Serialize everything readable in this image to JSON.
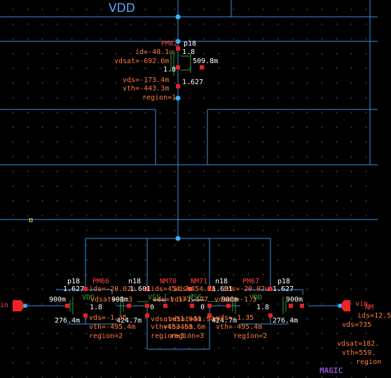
{
  "nets": {
    "vdd": "VDD",
    "vss_left": "VSS",
    "vss_right": "VSS",
    "vdd_pm66": "VDD",
    "vdd_pm67": "VDD",
    "vin_left": "in",
    "vin_right": "vin"
  },
  "pm62": {
    "name": "PM62",
    "model": "p18",
    "id": "id=-40.1u",
    "vdsat": "vdsat=-692.6m",
    "vds": "vds=-173.4m",
    "vth": "vth=-443.3m",
    "region": "region=1",
    "n_s": "1.8",
    "n_b": "1.8",
    "n_g": "509.8m",
    "n_d": "1.627"
  },
  "pm66": {
    "name": "PM66",
    "model": "p18",
    "ids": "ids=-20.02u",
    "vdsat": "vdsat=-1.3",
    "vds": "vds=-1.35",
    "vth": "vth=-495.4m",
    "region": "region=2",
    "n_s": "1.627",
    "n_g": "900m",
    "n_b": "1.8",
    "n_d": "276.4m"
  },
  "pm67": {
    "name": "PM67",
    "model": "p18",
    "ids": "ids=-20.02u",
    "vdsat": "vdsat=-1.3",
    "vds": "vds=-1.35",
    "vth": "vth=-495.4m",
    "region": "region=2",
    "n_s": "1.627",
    "n_g": "900m",
    "n_b": "1.8",
    "n_d": "276.4m"
  },
  "nm70": {
    "name": "NM70",
    "model": "n18",
    "ids": "ids=454.7n",
    "vdsat": "vdsat=51.94m",
    "vth": "vth=453.6m",
    "region": "region=3",
    "n_d": "1.601",
    "n_g": "900m",
    "n_b": "0",
    "n_s": "424.7m",
    "overlap1": "vds=1.177",
    "overlap2": "4.7m"
  },
  "nm71": {
    "name": "NM71",
    "model": "n18",
    "ids": "ids=454.7n",
    "vdsat": "vdsat=51.94m",
    "vth": "vth=453.6m",
    "region": "region=3",
    "n_d": "1.601",
    "n_g": "900m",
    "n_b": "0",
    "n_s": "424.7m",
    "overlap1": "vds=1.177",
    "overlap2": "4.7m"
  },
  "right_dev": {
    "name": "NM",
    "ids": "ids=12.5",
    "vds": "vds=735",
    "vdsat": "vdsat=182.",
    "vth": "vth=559.",
    "region": "region"
  },
  "watermark": "MAGIC"
}
